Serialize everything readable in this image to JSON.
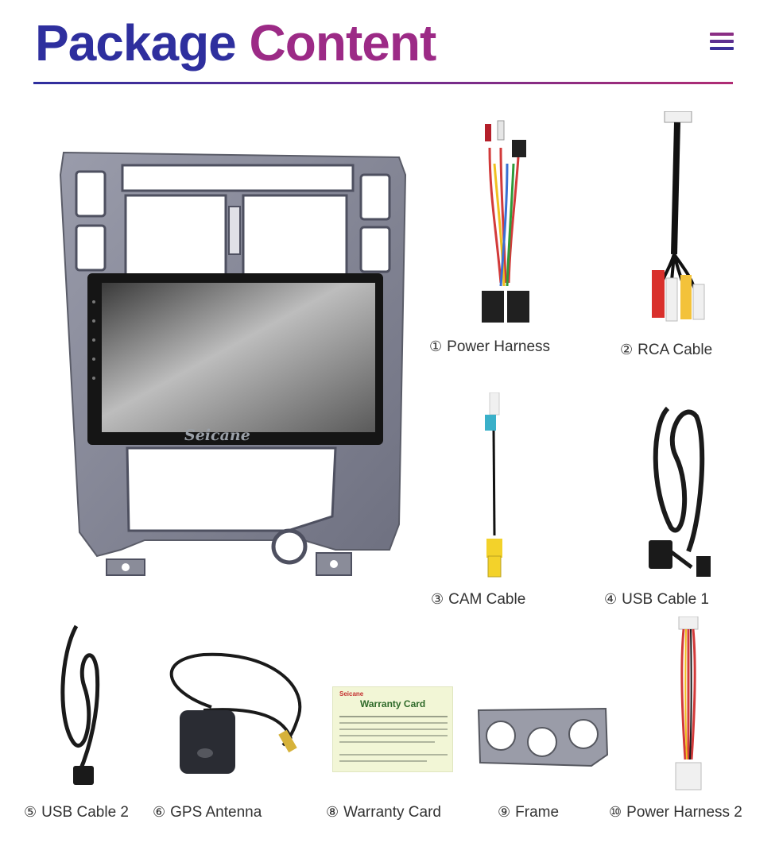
{
  "header": {
    "title_word1": "Package",
    "title_word2": "Content"
  },
  "colors": {
    "title_blue": "#2e2f9e",
    "title_purple": "#9c2a86",
    "frame_gray": "#8a8c99",
    "screen_dark": "#1a1a1a"
  },
  "main_unit": {
    "brand": "Seicane"
  },
  "items": [
    {
      "num": "①",
      "label": "Power Harness"
    },
    {
      "num": "②",
      "label": "RCA Cable"
    },
    {
      "num": "③",
      "label": "CAM Cable"
    },
    {
      "num": "④",
      "label": "USB Cable 1"
    },
    {
      "num": "⑤",
      "label": "USB Cable 2"
    },
    {
      "num": "⑥",
      "label": "GPS Antenna"
    },
    {
      "num": "⑧",
      "label": "Warranty Card"
    },
    {
      "num": "⑨",
      "label": "Frame"
    },
    {
      "num": "⑩",
      "label": "Power Harness 2"
    }
  ],
  "warranty_card": {
    "brand": "Seicane",
    "title": "Warranty Card"
  },
  "icons": [
    "menu-icon"
  ]
}
